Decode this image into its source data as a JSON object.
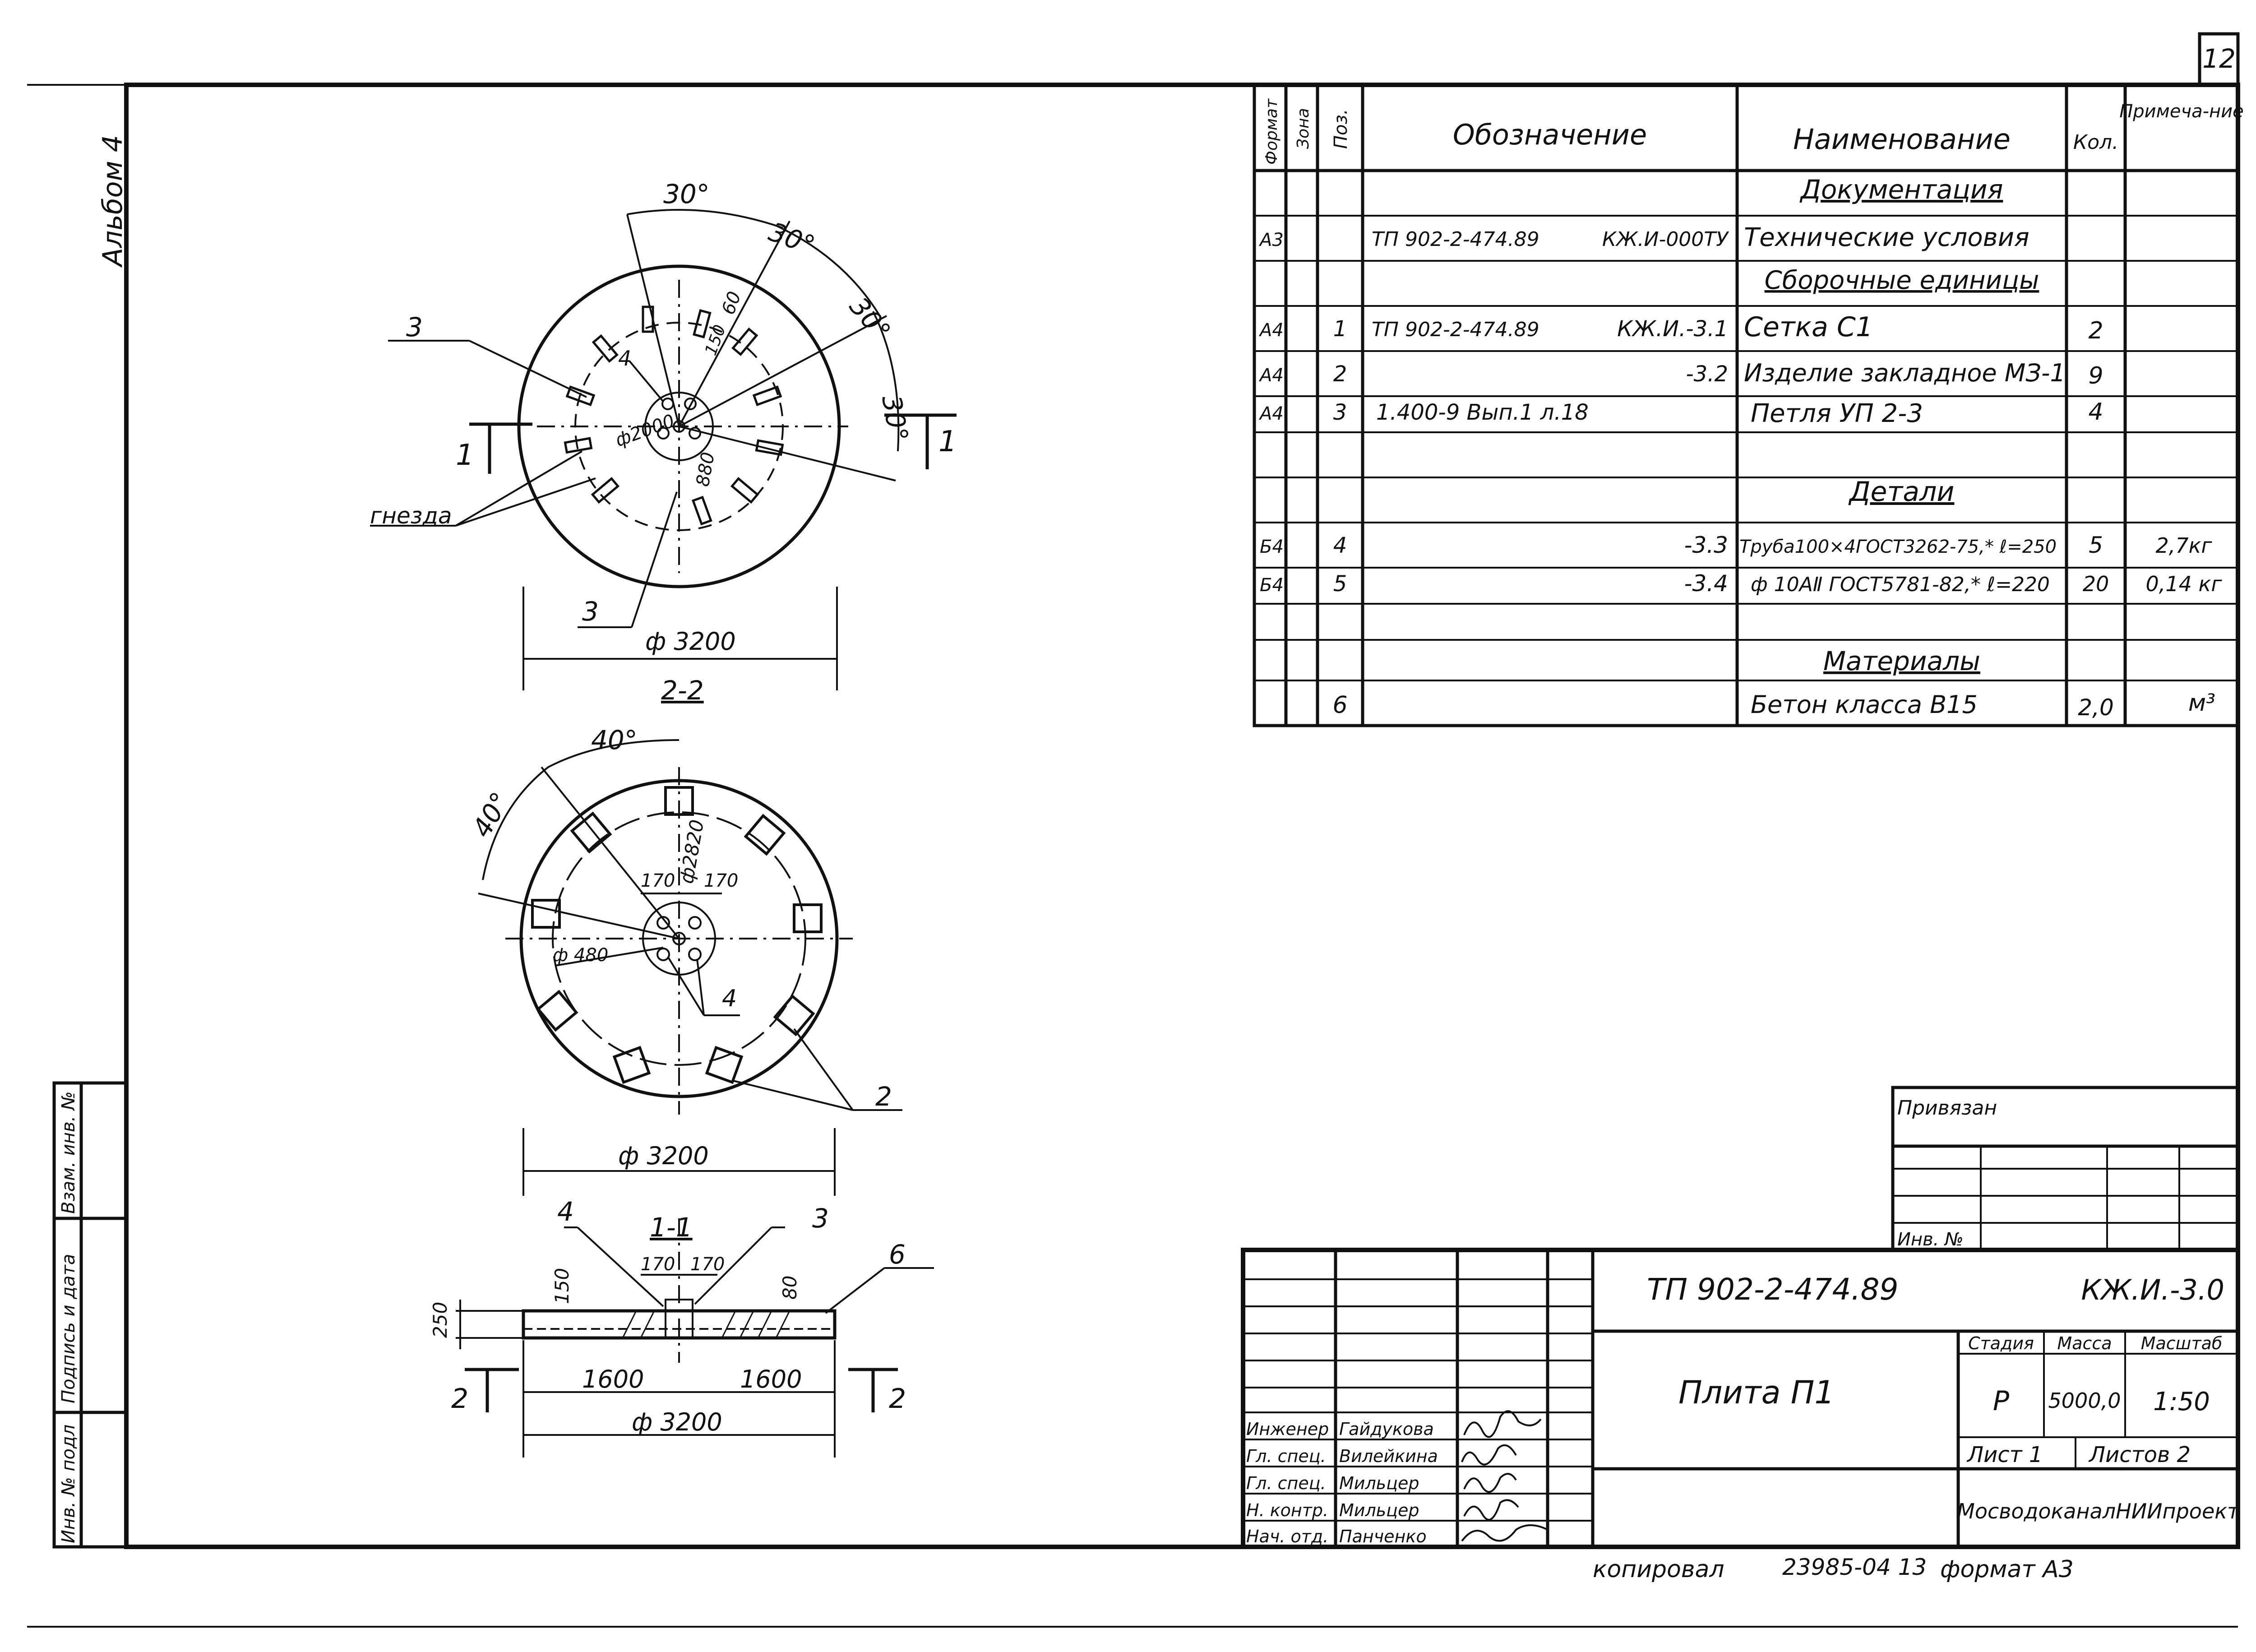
{
  "sheet": {
    "number": "12",
    "album": "Альбом 4"
  },
  "left_stamp": {
    "cells": [
      "Инв. № подл",
      "Подпись и дата",
      "Взам. инв. №"
    ]
  },
  "spec_table": {
    "headers": {
      "format": "Формат",
      "zone": "Зона",
      "pos": "Поз.",
      "designation": "Обозначение",
      "name": "Наименование",
      "qty": "Кол.",
      "note": "Примеча-ние"
    },
    "rows": [
      {
        "format": "",
        "pos": "",
        "designation": "",
        "code": "",
        "name": "Документация",
        "qty": "",
        "note": "",
        "heading": true
      },
      {
        "format": "А3",
        "pos": "",
        "designation": "ТП 902-2-474.89",
        "code": "КЖ.И-000ТУ",
        "name": "Технические условия",
        "qty": "",
        "note": ""
      },
      {
        "format": "",
        "pos": "",
        "designation": "",
        "code": "",
        "name": "Сборочные единицы",
        "qty": "",
        "note": "",
        "heading": true
      },
      {
        "format": "А4",
        "pos": "1",
        "designation": "ТП 902-2-474.89",
        "code": "КЖ.И.-3.1",
        "name": "Сетка С1",
        "qty": "2",
        "note": ""
      },
      {
        "format": "А4",
        "pos": "2",
        "designation": "",
        "code": "-3.2",
        "name": "Изделие закладное МЗ-1",
        "qty": "9",
        "note": ""
      },
      {
        "format": "А4",
        "pos": "3",
        "designation": "1.400-9 Вып.1 л.18",
        "code": "",
        "name": "Петля УП 2-3",
        "qty": "4",
        "note": ""
      },
      {
        "format": "",
        "pos": "",
        "designation": "",
        "code": "",
        "name": "",
        "qty": "",
        "note": ""
      },
      {
        "format": "",
        "pos": "",
        "designation": "",
        "code": "",
        "name": "Детали",
        "qty": "",
        "note": "",
        "heading": true
      },
      {
        "format": "Б4",
        "pos": "4",
        "designation": "",
        "code": "-3.3",
        "name": "Труба100×4ГОСТ3262-75,* ℓ=250",
        "qty": "5",
        "note": "2,7кг"
      },
      {
        "format": "Б4",
        "pos": "5",
        "designation": "",
        "code": "-3.4",
        "name": "ф 10АⅡ ГОСТ5781-82,* ℓ=220",
        "qty": "20",
        "note": "0,14 кг"
      },
      {
        "format": "",
        "pos": "",
        "designation": "",
        "code": "",
        "name": "Материалы",
        "qty": "",
        "note": "",
        "heading": true
      },
      {
        "format": "",
        "pos": "6",
        "designation": "",
        "code": "",
        "name": "Бетон класса В15",
        "qty": "2,0",
        "note": "м³"
      }
    ]
  },
  "drawing": {
    "plan": {
      "angles": [
        "30°",
        "30°",
        "30°",
        "30°"
      ],
      "dim_60": "60",
      "dim_150": "150",
      "dia_2000": "ф2000",
      "dim_880": "880",
      "dia_3200": "ф 3200",
      "label_gnezda": "гнезда",
      "pos3_a": "3",
      "pos3_b": "3",
      "pos4": "4",
      "section_1": "1"
    },
    "section22": {
      "title": "2-2",
      "angle_a": "40°",
      "angle_b": "40°",
      "dia_2820": "ф2820",
      "dim_170a": "170",
      "dim_170b": "170",
      "dia_480": "ф 480",
      "pos4": "4",
      "pos2": "2",
      "dia_3200": "ф 3200"
    },
    "section11": {
      "title": "1-1",
      "pos4": "4",
      "pos3": "3",
      "pos6": "6",
      "dim_170a": "170",
      "dim_170b": "170",
      "dim_150": "150",
      "dim_80": "80",
      "dim_250": "250",
      "dim_1600a": "1600",
      "dim_1600b": "1600",
      "dia_3200": "ф 3200",
      "section_2": "2"
    }
  },
  "privyazan": {
    "title": "Привязан",
    "inv": "Инв. №"
  },
  "title_block": {
    "project": "ТП 902-2-474.89",
    "code": "КЖ.И.-3.0",
    "name": "Плита П1",
    "stage_label": "Стадия",
    "mass_label": "Масса",
    "scale_label": "Масштаб",
    "stage": "Р",
    "mass": "5000,0",
    "scale": "1:50",
    "sheet_label": "Лист 1",
    "sheets_label": "Листов 2",
    "org": "МосводоканалНИИпроект",
    "people": [
      {
        "role": "Инженер",
        "name": "Гайдукова"
      },
      {
        "role": "Гл. спец.",
        "name": "Вилейкина"
      },
      {
        "role": "Гл. спец.",
        "name": "Мильцер"
      },
      {
        "role": "Н. контр.",
        "name": "Мильцер"
      },
      {
        "role": "Нач. отд.",
        "name": "Панченко"
      }
    ]
  },
  "footer": {
    "copied": "копировал",
    "order": "23985-04 13",
    "format": "формат А3"
  }
}
